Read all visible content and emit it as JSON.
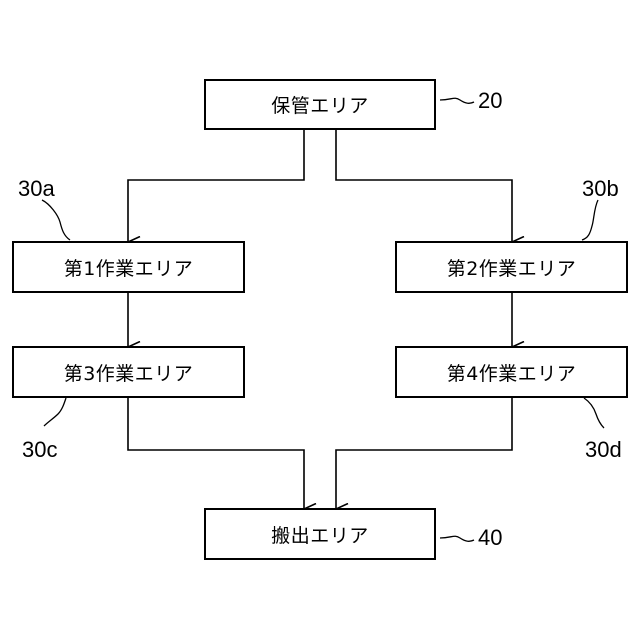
{
  "boxes": {
    "storage": "保管エリア",
    "work1": "第1作業エリア",
    "work2": "第2作業エリア",
    "work3": "第3作業エリア",
    "work4": "第4作業エリア",
    "unload": "搬出エリア"
  },
  "refs": {
    "storage": "20",
    "work1": "30a",
    "work2": "30b",
    "work3": "30c",
    "work4": "30d",
    "unload": "40"
  }
}
